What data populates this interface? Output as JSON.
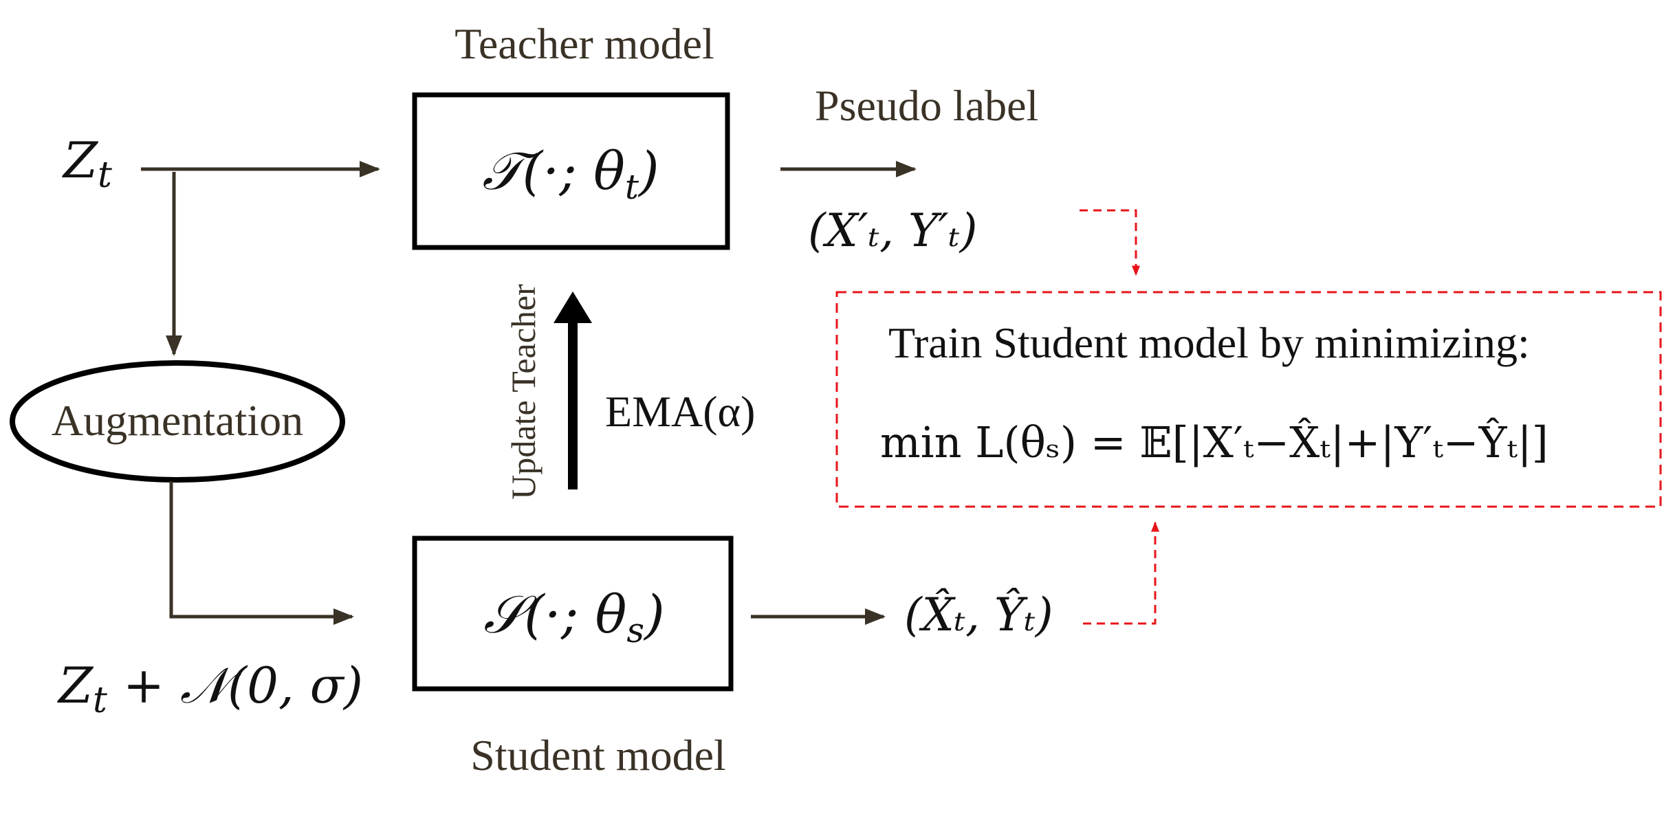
{
  "labels": {
    "teacher_model": "Teacher model",
    "student_model": "Student model",
    "pseudo_label": "Pseudo label",
    "augmentation": "Augmentation",
    "update_teacher": "Update Teacher",
    "ema": "EMA(α)",
    "train_title": "Train Student model by minimizing:"
  },
  "math": {
    "input": {
      "base": "Z",
      "sub": "t"
    },
    "noisy_input": {
      "base": "Z",
      "sub": "t",
      "rest": " + 𝒩(0, σ)"
    },
    "teacher_fn": {
      "head": "𝒯(·; θ",
      "sub": "t",
      "tail": ")"
    },
    "student_fn": {
      "head": "𝒮(·; θ",
      "sub": "s",
      "tail": ")"
    },
    "pseudo_output": "(X′ₜ, Y′ₜ)",
    "student_output": "(X̂ₜ, Ŷₜ)",
    "objective": "min L(θₛ) = 𝔼[|X′ₜ−X̂ₜ|+|Y′ₜ−Ŷₜ|]"
  },
  "colors": {
    "arrow": "#3a3226",
    "box": "#000000",
    "dashed": "#e8141a",
    "text": "#3a3226"
  }
}
